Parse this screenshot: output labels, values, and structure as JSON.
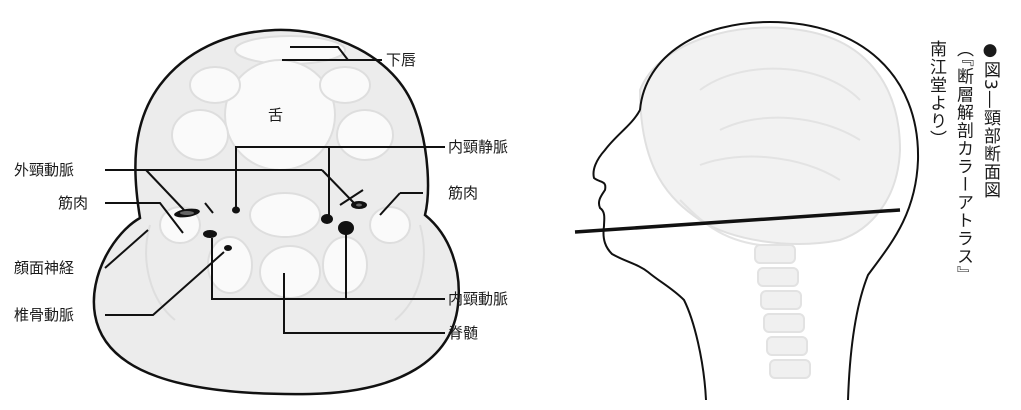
{
  "labels": {
    "lower_lip": "下唇",
    "tongue": "舌",
    "internal_jugular_vein": "内頸静脈",
    "external_carotid_artery": "外頸動脈",
    "muscle_left": "筋肉",
    "muscle_right": "筋肉",
    "facial_nerve": "顔面神経",
    "internal_carotid_artery": "内頸動脈",
    "vertebral_artery": "椎骨動脈",
    "spinal_cord": "脊髄"
  },
  "caption": {
    "line1": "●図3―頸部断面図",
    "line2": "（『断層解剖カラーアトラス』",
    "line3": "南江堂より）"
  }
}
